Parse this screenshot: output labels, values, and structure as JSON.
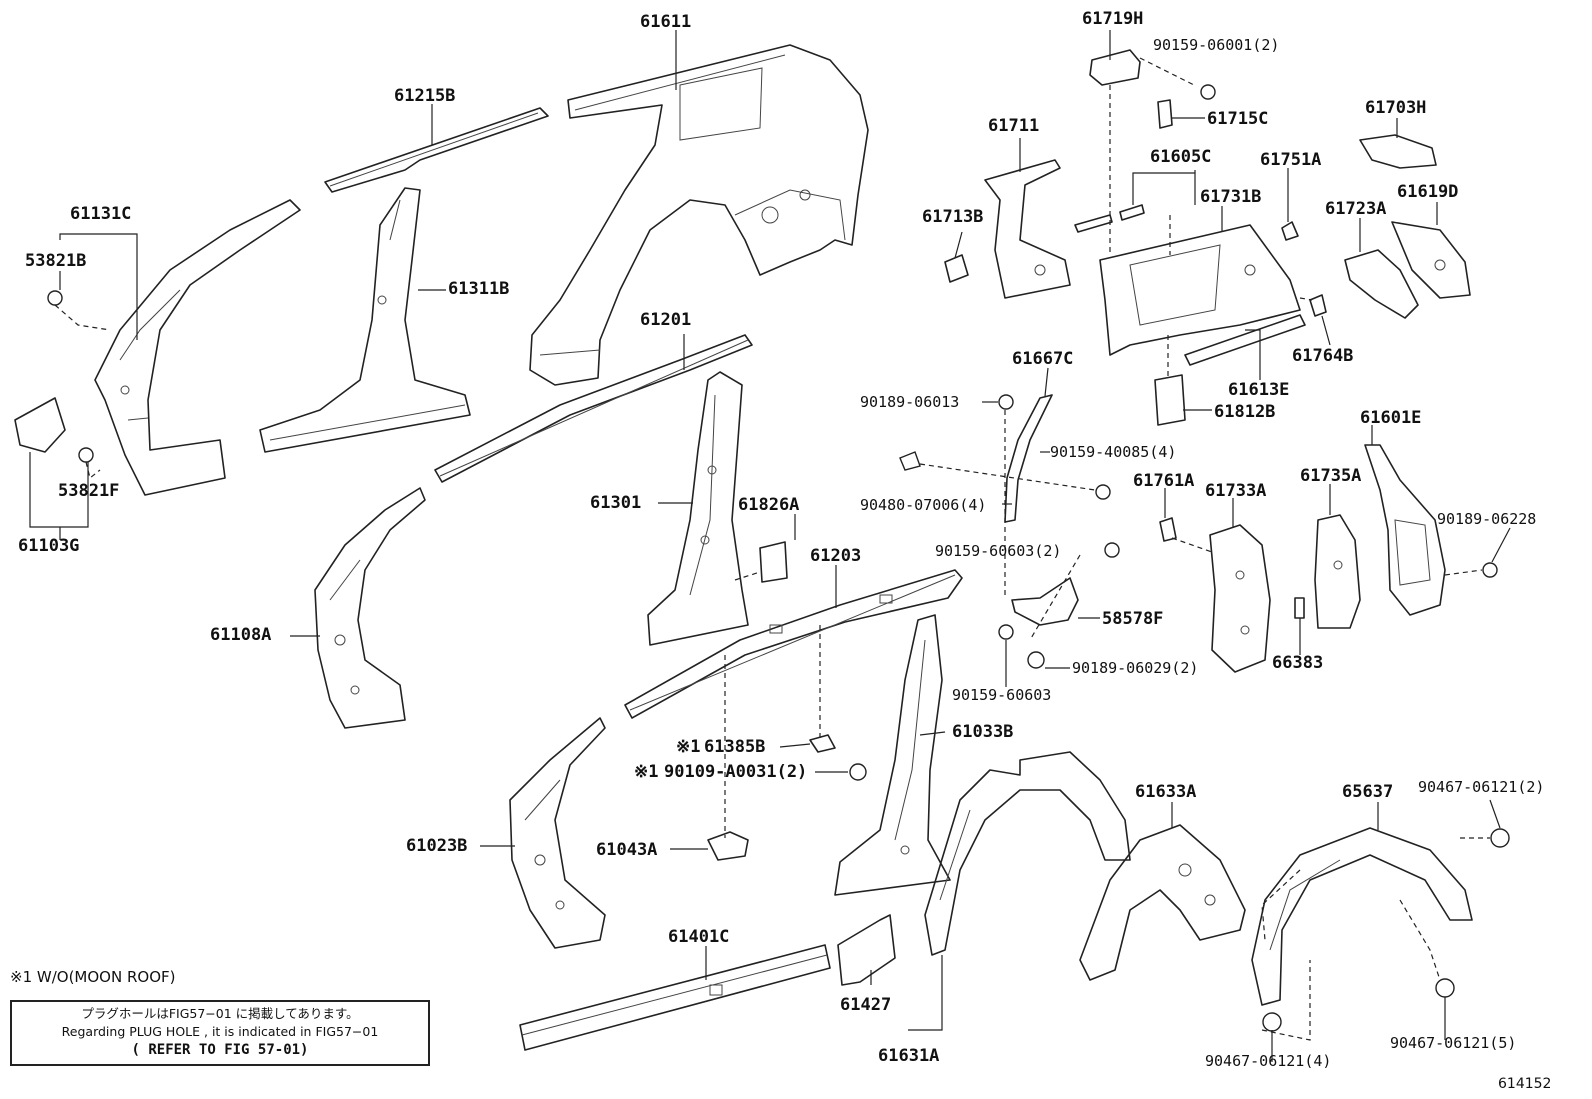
{
  "labels": {
    "p61611": "61611",
    "p61215B": "61215B",
    "p61131C": "61131C",
    "p53821B": "53821B",
    "p61311B": "61311B",
    "p53821F": "53821F",
    "p61103G": "61103G",
    "p61201": "61201",
    "p61108A": "61108A",
    "p61301": "61301",
    "p61826A": "61826A",
    "p61203": "61203",
    "p61385B": "61385B",
    "p90109A0031": "90109-A0031(2)",
    "p61043A": "61043A",
    "p61023B": "61023B",
    "p61033B": "61033B",
    "p61401C": "61401C",
    "p61427": "61427",
    "p61631A": "61631A",
    "p61719H": "61719H",
    "p90159_06001": "90159-06001(2)",
    "p61715C": "61715C",
    "p61711": "61711",
    "p61605C": "61605C",
    "p61751A": "61751A",
    "p61703H": "61703H",
    "p61713B": "61713B",
    "p61731B": "61731B",
    "p61723A": "61723A",
    "p61619D": "61619D",
    "p61764B": "61764B",
    "p61667C": "61667C",
    "p61613E": "61613E",
    "p90189_06013": "90189-06013",
    "p61812B": "61812B",
    "p90159_40085": "90159-40085(4)",
    "p90480_07006": "90480-07006(4)",
    "p61761A": "61761A",
    "p61733A": "61733A",
    "p61735A": "61735A",
    "p61601E": "61601E",
    "p90189_06228": "90189-06228",
    "p90159_60603_2": "90159-60603(2)",
    "p58578F": "58578F",
    "p90189_06029": "90189-06029(2)",
    "p66383": "66383",
    "p90159_60603": "90159-60603",
    "p61633A": "61633A",
    "p65637": "65637",
    "p90467_06121_2": "90467-06121(2)",
    "p90467_06121_4": "90467-06121(4)",
    "p90467_06121_5": "90467-06121(5)"
  },
  "marks": {
    "ref1": "※1",
    "ref1b": "※1"
  },
  "footnote": "※1 W/O(MOON ROOF)",
  "note": {
    "japanese": "プラグホールはFIG57−01 に掲載してあります。",
    "english": "Regarding PLUG HOLE , it is indicated in FIG57−01",
    "refer": "( REFER TO FIG 57-01)"
  },
  "figure_number": "614152"
}
